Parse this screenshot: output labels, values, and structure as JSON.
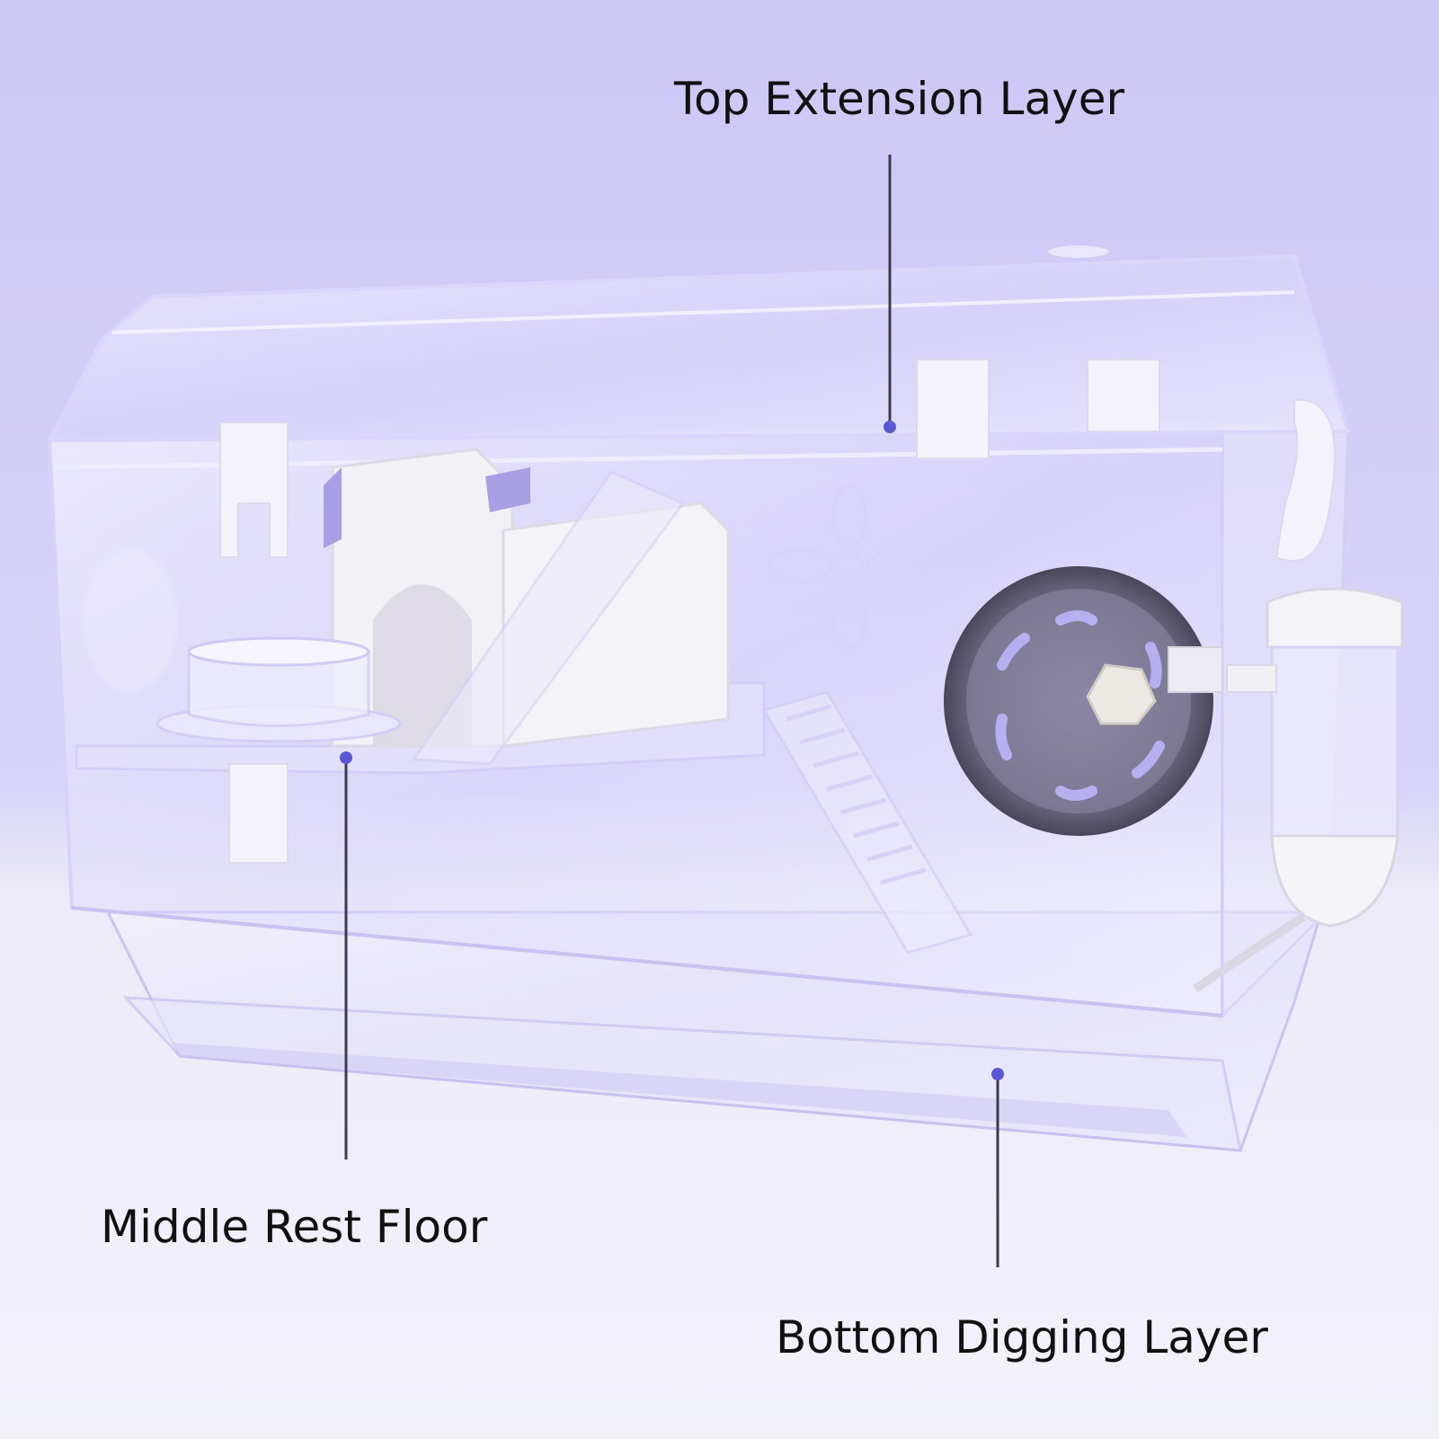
{
  "labels": {
    "top": "Top Extension Layer",
    "middle": "Middle Rest Floor",
    "bottom": "Bottom Digging Layer"
  },
  "colors": {
    "background_top": "#cfc9f7",
    "background_bottom": "#f1f0fa",
    "acrylic": "#e4e1fb",
    "accent_purple": "#9f96e8",
    "wheel": "#5f5b72",
    "leader_line": "#3b3b4a",
    "leader_dot": "#5a58d8",
    "label_text": "#111111"
  },
  "icons": [
    "exercise-wheel-icon",
    "water-bottle-icon",
    "hideout-house-icon",
    "ladder-icon",
    "food-bowl-icon"
  ]
}
